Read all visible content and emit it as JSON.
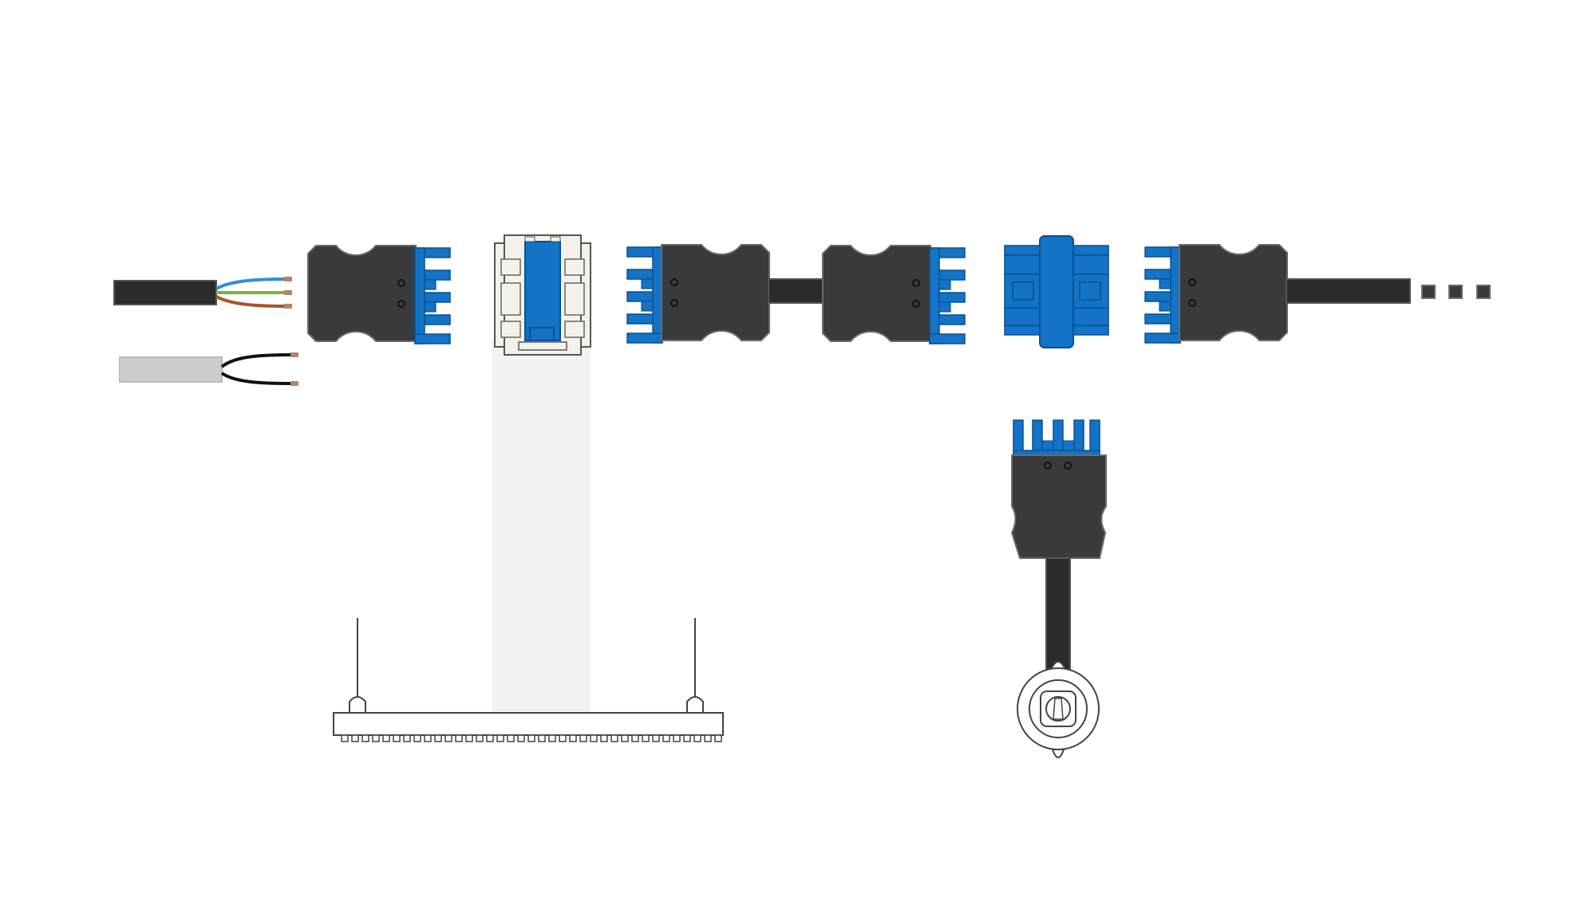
{
  "diagram": {
    "type": "wiring-connector-system",
    "labels": [],
    "colors": {
      "background": "#ffffff",
      "connector_body": "#3a3a3a",
      "connector_outline": "#5a5a5a",
      "contact_blue": "#1273c7",
      "contact_blue_dark": "#0b4f8f",
      "cable_black": "#2b2b2b",
      "cable_grey": "#cccccc",
      "wire_blue": "#2f8fd6",
      "wire_green": "#7db33c",
      "wire_brown": "#a8532a",
      "wire_copper": "#b9826a",
      "wire_black": "#111111",
      "distributor_housing": "#f4f1ea",
      "drop_shadow_zone": "#f2f2f2",
      "luminaire_outline": "#444444"
    },
    "components": [
      {
        "id": "mains-cable",
        "icon": "three-core-cable-icon"
      },
      {
        "id": "lowvoltage-cable",
        "icon": "two-core-cable-icon"
      },
      {
        "id": "female-connector",
        "icon": "female-connector-icon"
      },
      {
        "id": "distribution-box",
        "icon": "distribution-box-icon"
      },
      {
        "id": "male-connector-with-cable",
        "icon": "male-connector-icon"
      },
      {
        "id": "female-connector-2",
        "icon": "female-connector-icon"
      },
      {
        "id": "t-distributor",
        "icon": "t-distributor-icon"
      },
      {
        "id": "male-connector-end",
        "icon": "male-connector-icon"
      },
      {
        "id": "continuation-dots",
        "icon": "ellipsis-icon"
      },
      {
        "id": "pendant-luminaire",
        "icon": "linear-luminaire-icon"
      },
      {
        "id": "drop-connector",
        "icon": "vertical-male-connector-icon"
      },
      {
        "id": "spotlight",
        "icon": "round-spotlight-icon"
      }
    ]
  }
}
